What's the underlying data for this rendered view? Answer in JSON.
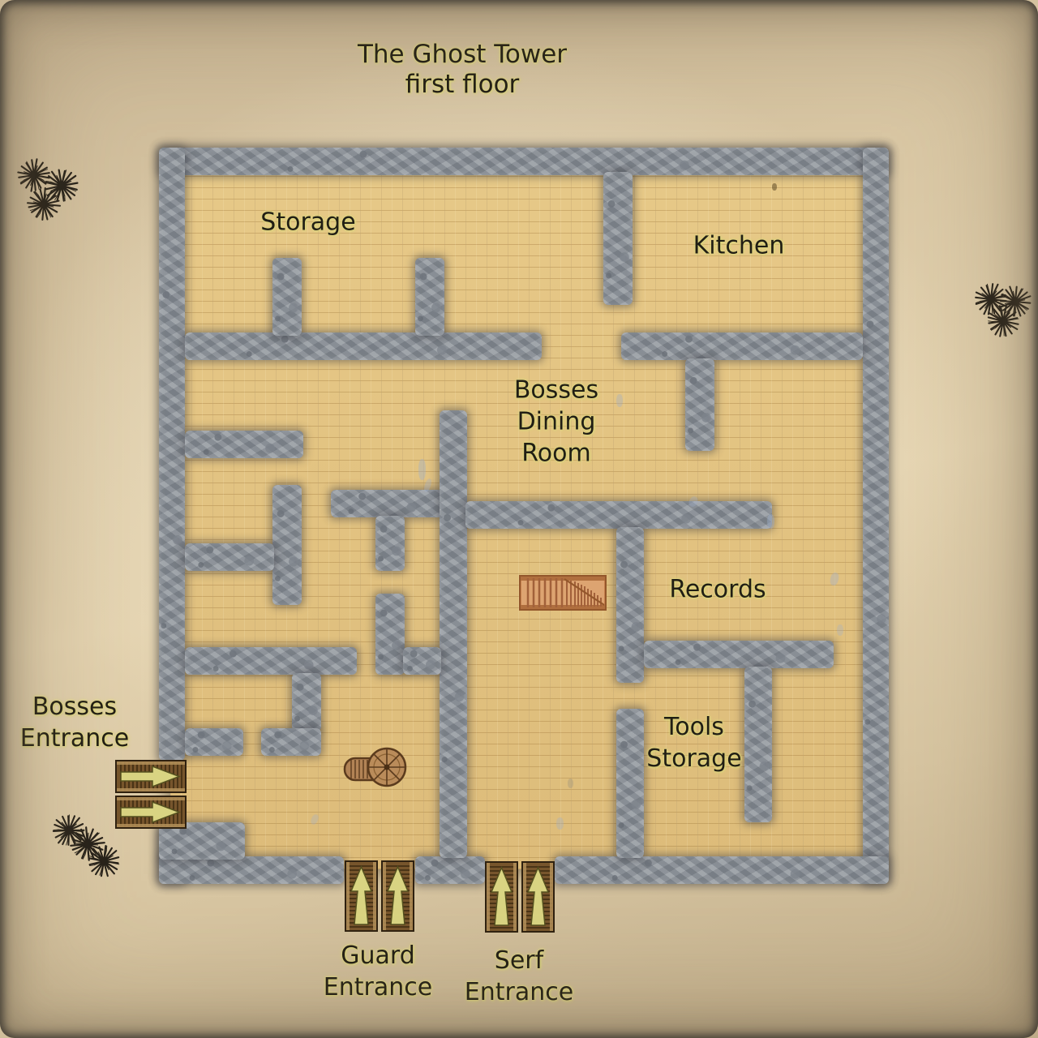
{
  "title": {
    "lines": [
      "The Ghost Tower",
      "first floor"
    ]
  },
  "rooms": {
    "storage": {
      "label": "Storage"
    },
    "kitchen": {
      "label": "Kitchen"
    },
    "dining": {
      "lines": [
        "Bosses",
        "Dining",
        "Room"
      ]
    },
    "records": {
      "label": "Records"
    },
    "tools": {
      "lines": [
        "Tools",
        "Storage"
      ]
    }
  },
  "entrances": {
    "bosses": {
      "lines": [
        "Bosses",
        "Entrance"
      ],
      "door_icon": "double-door-arrows-right"
    },
    "guard": {
      "lines": [
        "Guard",
        "Entrance"
      ],
      "door_icon": "double-door-arrows-up"
    },
    "serf": {
      "lines": [
        "Serf",
        "Entrance"
      ],
      "door_icon": "double-door-arrows-up"
    }
  },
  "icons": {
    "straight_stairs": "straight-staircase",
    "spiral_stairs": "spiral-staircase",
    "trees": "dead-tree-clusters"
  },
  "colors": {
    "floor_brick": "#e4c482",
    "wall_stone": "#8e949b",
    "parchment": "#d9c7a4",
    "door_arrow": "#d9d482",
    "door_wood": "#77552c",
    "stair_orange": "#dda471",
    "label_text": "#211e14",
    "label_glow": "#dcd67c",
    "tree": "#262119"
  }
}
